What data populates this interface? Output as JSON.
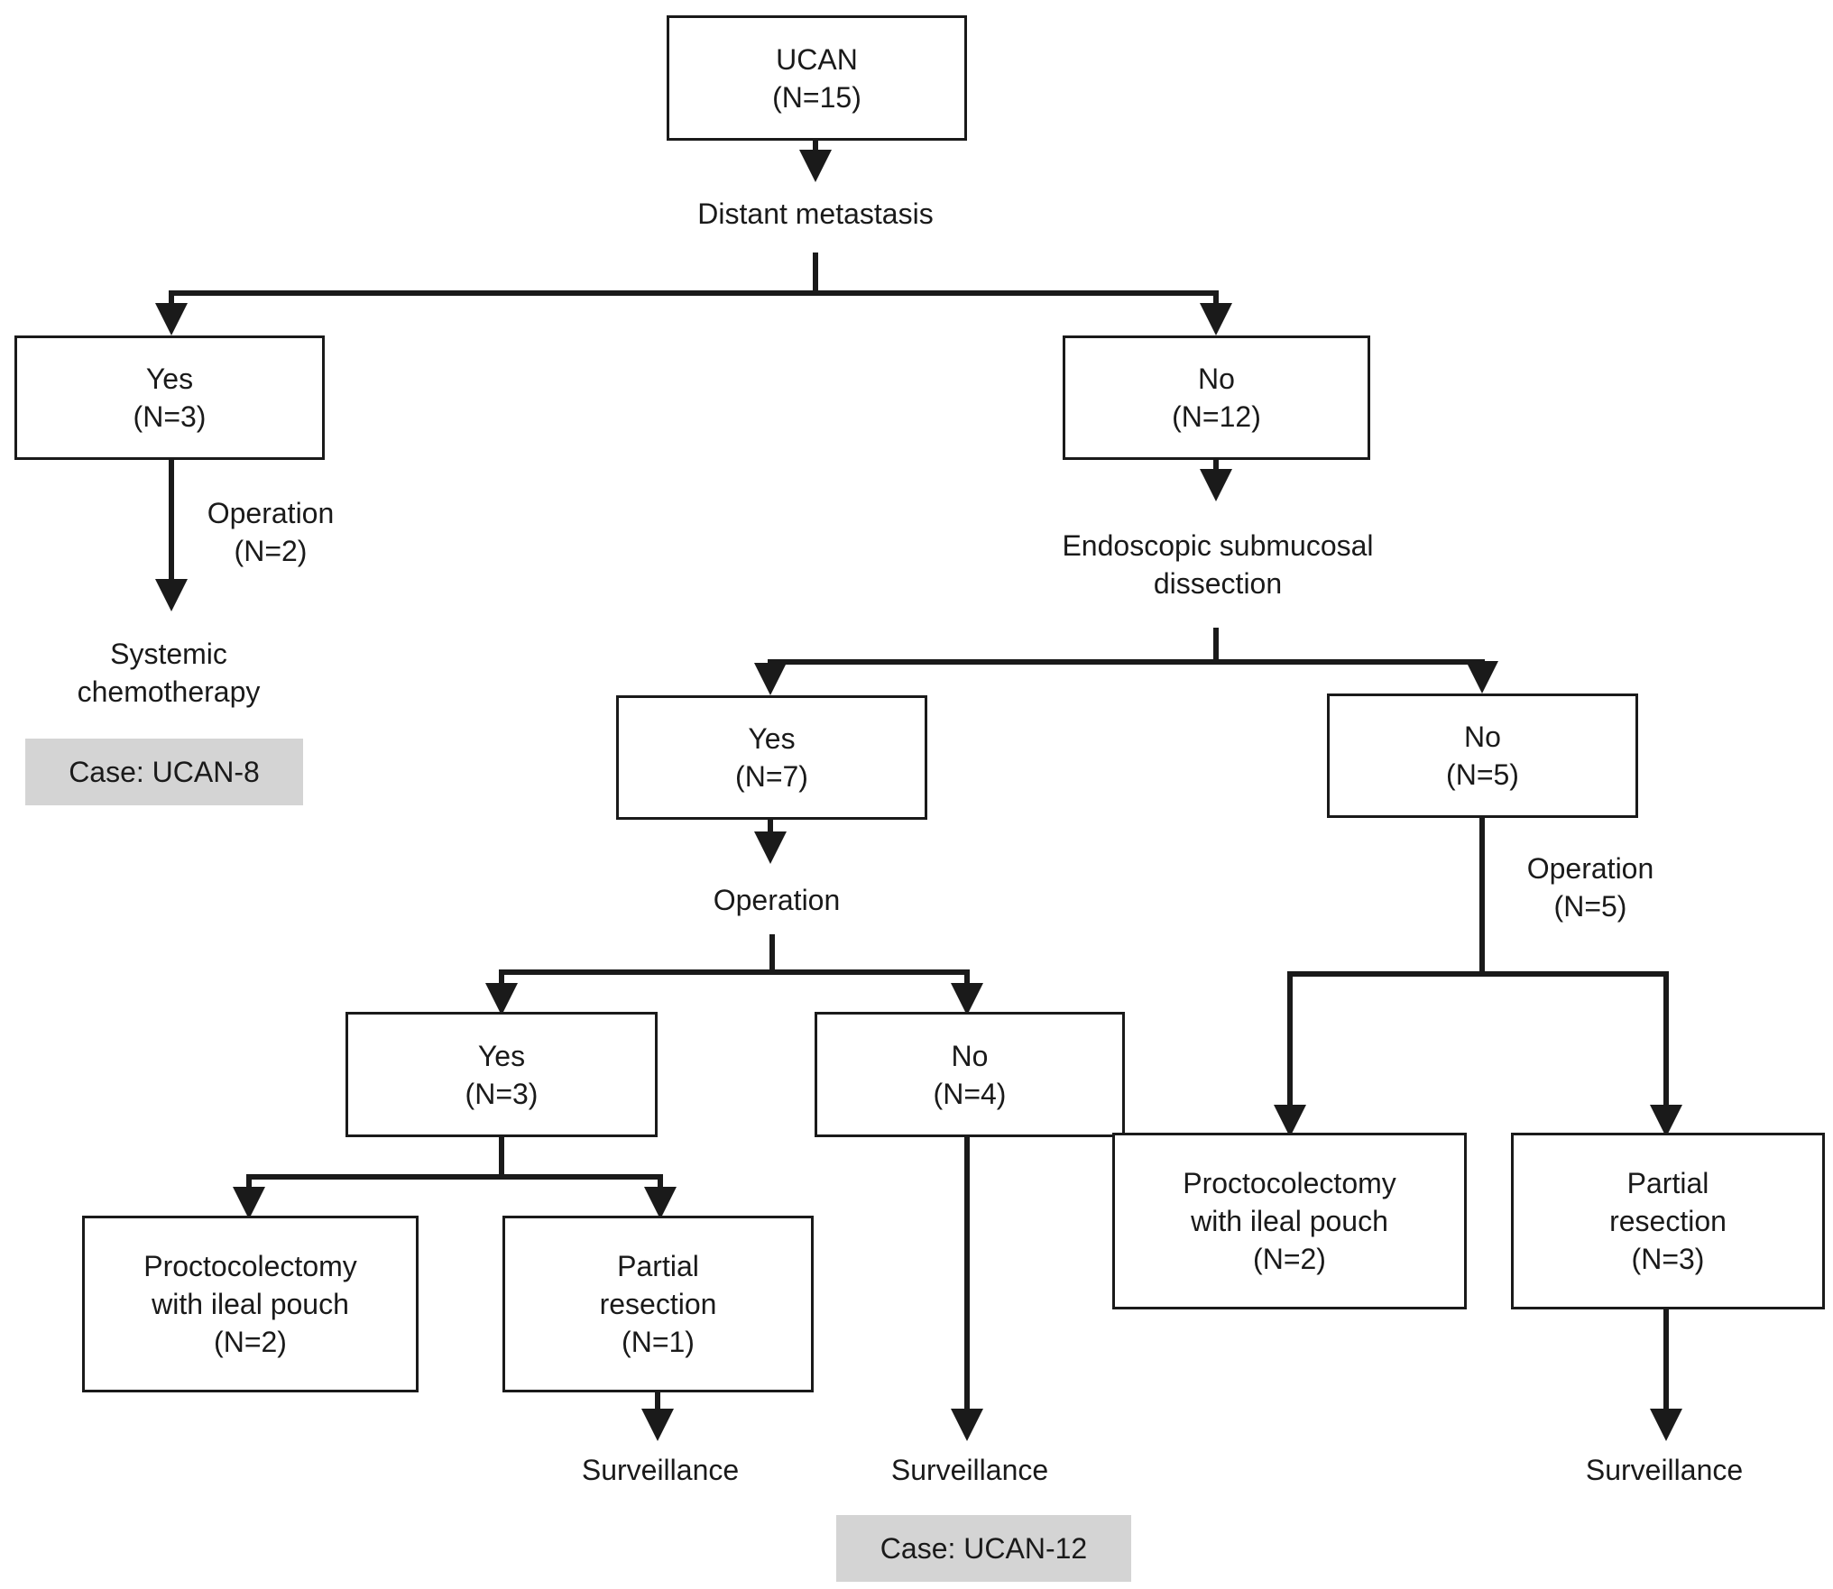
{
  "nodes": {
    "root": {
      "title": "UCAN",
      "count": "(N=15)"
    },
    "mets_yes": {
      "title": "Yes",
      "count": "(N=3)"
    },
    "mets_no": {
      "title": "No",
      "count": "(N=12)"
    },
    "esd_yes": {
      "title": "Yes",
      "count": "(N=7)"
    },
    "esd_no": {
      "title": "No",
      "count": "(N=5)"
    },
    "op_yes": {
      "title": "Yes",
      "count": "(N=3)"
    },
    "op_no": {
      "title": "No",
      "count": "(N=4)"
    },
    "op_yes_procto": {
      "line1": "Proctocolectomy",
      "line2": "with ileal pouch",
      "count": "(N=2)"
    },
    "op_yes_partial": {
      "line1": "Partial",
      "line2": "resection",
      "count": "(N=1)"
    },
    "esd_no_procto": {
      "line1": "Proctocolectomy",
      "line2": "with ileal pouch",
      "count": "(N=2)"
    },
    "esd_no_partial": {
      "line1": "Partial",
      "line2": "resection",
      "count": "(N=3)"
    }
  },
  "labels": {
    "distant_metastasis": "Distant metastasis",
    "mets_yes_operation": {
      "line1": "Operation",
      "line2": "(N=2)"
    },
    "systemic_chemo": {
      "line1": "Systemic",
      "line2": "chemotherapy"
    },
    "esd": {
      "line1": "Endoscopic submucosal",
      "line2": "dissection"
    },
    "esd_yes_operation": "Operation",
    "esd_no_operation": {
      "line1": "Operation",
      "line2": "(N=5)"
    },
    "surveillance_1": "Surveillance",
    "surveillance_2": "Surveillance",
    "surveillance_3": "Surveillance"
  },
  "cases": {
    "case_ucan8": "Case: UCAN-8",
    "case_ucan12": "Case: UCAN-12"
  },
  "colors": {
    "line": "#1a1a1a",
    "case_fill": "#d4d4d4"
  }
}
